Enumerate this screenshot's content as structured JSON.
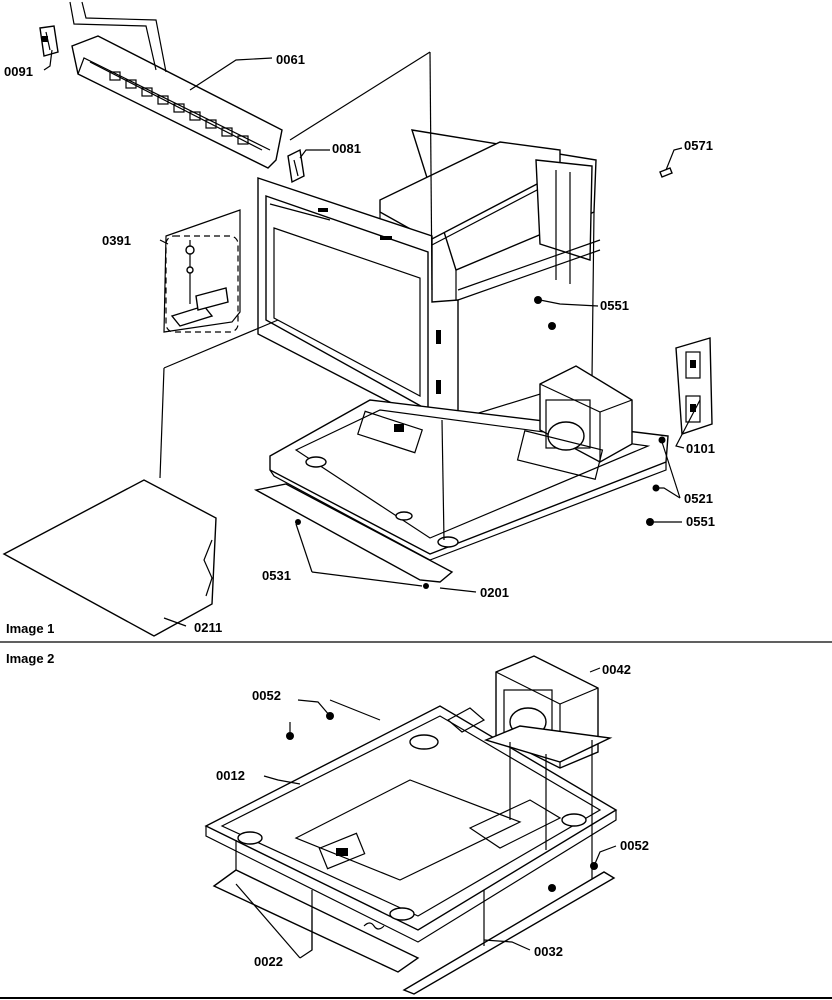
{
  "captions": {
    "image1": "Image 1",
    "image2": "Image 2"
  },
  "parts": {
    "p0091": "0091",
    "p0061": "0061",
    "p0081": "0081",
    "p0571": "0571",
    "p0391": "0391",
    "p0551a": "0551",
    "p0101": "0101",
    "p0521": "0521",
    "p0551b": "0551",
    "p0531": "0531",
    "p0201": "0201",
    "p0211": "0211",
    "p0042": "0042",
    "p0052a": "0052",
    "p0012": "0012",
    "p0052b": "0052",
    "p0022": "0022",
    "p0032": "0032"
  }
}
